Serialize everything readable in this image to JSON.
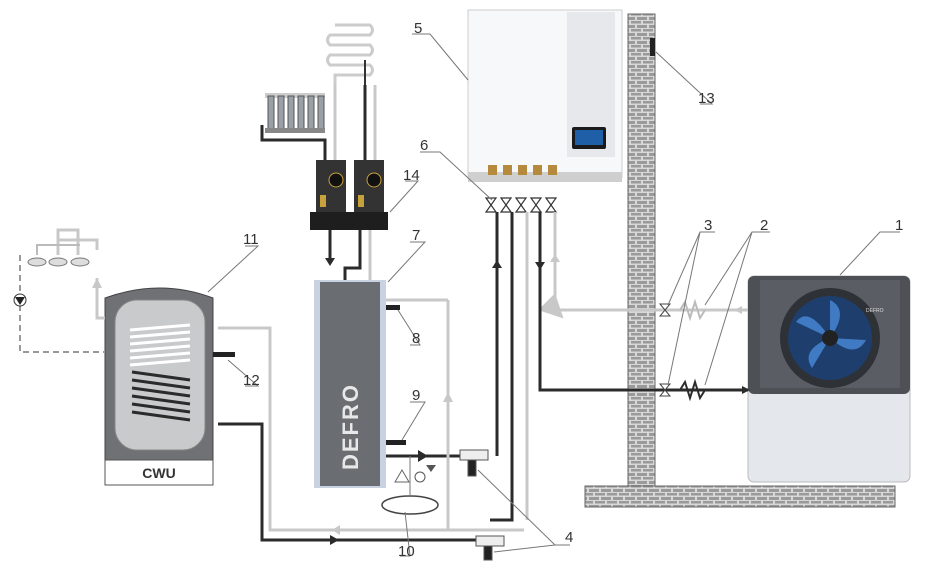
{
  "title": "",
  "labels": {
    "n1": "1",
    "n2": "2",
    "n3": "3",
    "n4": "4",
    "n5": "5",
    "n6": "6",
    "n7": "7",
    "n8": "8",
    "n9": "9",
    "n10": "10",
    "n11": "11",
    "n12": "12",
    "n13": "13",
    "n14": "14"
  },
  "tank_label": "CWU",
  "buffer_brand": "DEFRO",
  "heatpump_brand": "DEFRO",
  "colors": {
    "pipe_supply": "#2b2b2b",
    "pipe_return": "#c8c8c8",
    "tank_shell": "#6f7174",
    "buffer_body": "#6a6d72",
    "wall_brick": "#bdbdbd",
    "screen": "#1f5fa8"
  }
}
